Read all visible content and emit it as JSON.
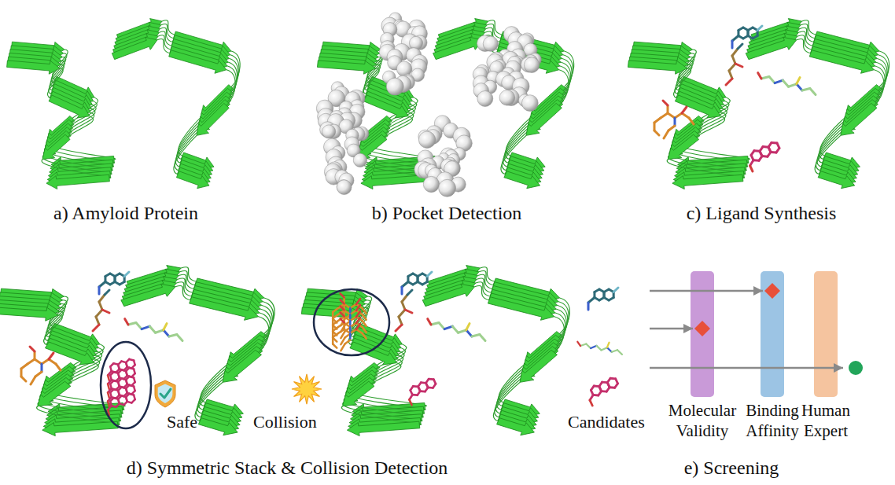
{
  "diagram": {
    "nodes": [
      {
        "text": [
          "Molecular Validity"
        ]
      },
      {
        "text": [
          "Binding Affinity"
        ]
      },
      {
        "text": [
          "Human Expert"
        ]
      }
    ],
    "labels": [
      "a) Amyloid Protein",
      "b) Pocket Detection",
      "c) Ligand Synthesis",
      "Safe",
      "Collision",
      "d) Symmetric Stack & Collision Detection",
      "Candidates",
      "e) Screening"
    ]
  }
}
